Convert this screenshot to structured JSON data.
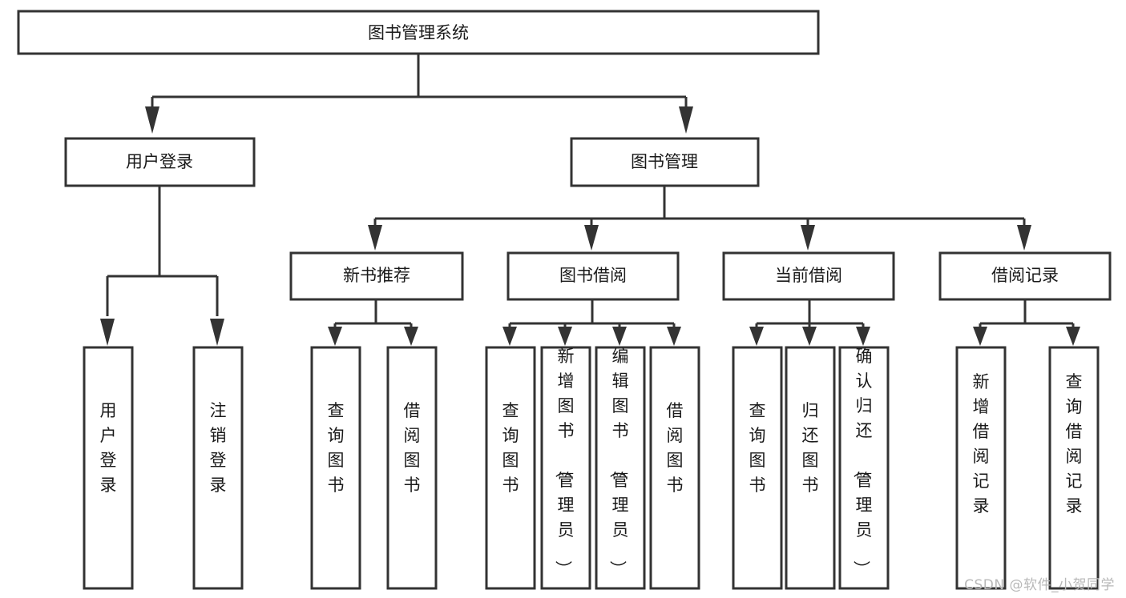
{
  "diagram": {
    "type": "hierarchy-tree",
    "title": "图书管理系统",
    "root": {
      "id": "root",
      "label": "图书管理系统"
    },
    "level2": [
      {
        "id": "user-login",
        "label": "用户登录"
      },
      {
        "id": "book-management",
        "label": "图书管理"
      }
    ],
    "level3": [
      {
        "id": "new-book-recommend",
        "label": "新书推荐",
        "parent": "book-management"
      },
      {
        "id": "book-borrow",
        "label": "图书借阅",
        "parent": "book-management"
      },
      {
        "id": "current-borrow",
        "label": "当前借阅",
        "parent": "book-management"
      },
      {
        "id": "borrow-record",
        "label": "借阅记录",
        "parent": "book-management"
      }
    ],
    "leaves": [
      {
        "id": "leaf-user-login",
        "label": "用户登录",
        "parent": "user-login"
      },
      {
        "id": "leaf-logout-login",
        "label": "注销登录",
        "parent": "user-login"
      },
      {
        "id": "leaf-query-book-1",
        "label": "查询图书",
        "parent": "new-book-recommend"
      },
      {
        "id": "leaf-borrow-book-1",
        "label": "借阅图书",
        "parent": "new-book-recommend"
      },
      {
        "id": "leaf-query-book-2",
        "label": "查询图书",
        "parent": "book-borrow"
      },
      {
        "id": "leaf-add-book",
        "label": "新增图书（管理员）",
        "parent": "book-borrow"
      },
      {
        "id": "leaf-edit-book",
        "label": "编辑图书（管理员）",
        "parent": "book-borrow"
      },
      {
        "id": "leaf-borrow-book-2",
        "label": "借阅图书",
        "parent": "book-borrow"
      },
      {
        "id": "leaf-query-book-3",
        "label": "查询图书",
        "parent": "current-borrow"
      },
      {
        "id": "leaf-return-book",
        "label": "归还图书",
        "parent": "current-borrow"
      },
      {
        "id": "leaf-confirm-return",
        "label": "确认归还（管理员）",
        "parent": "current-borrow"
      },
      {
        "id": "leaf-add-record",
        "label": "新增借阅记录",
        "parent": "borrow-record"
      },
      {
        "id": "leaf-query-record",
        "label": "查询借阅记录",
        "parent": "borrow-record"
      }
    ],
    "colors": {
      "box_stroke": "#333333",
      "box_fill": "#ffffff",
      "text": "#1a1a1a",
      "connector": "#333333",
      "watermark": "#b8b8b8"
    }
  },
  "watermark": {
    "text": "CSDN @软件_小贺同学"
  }
}
